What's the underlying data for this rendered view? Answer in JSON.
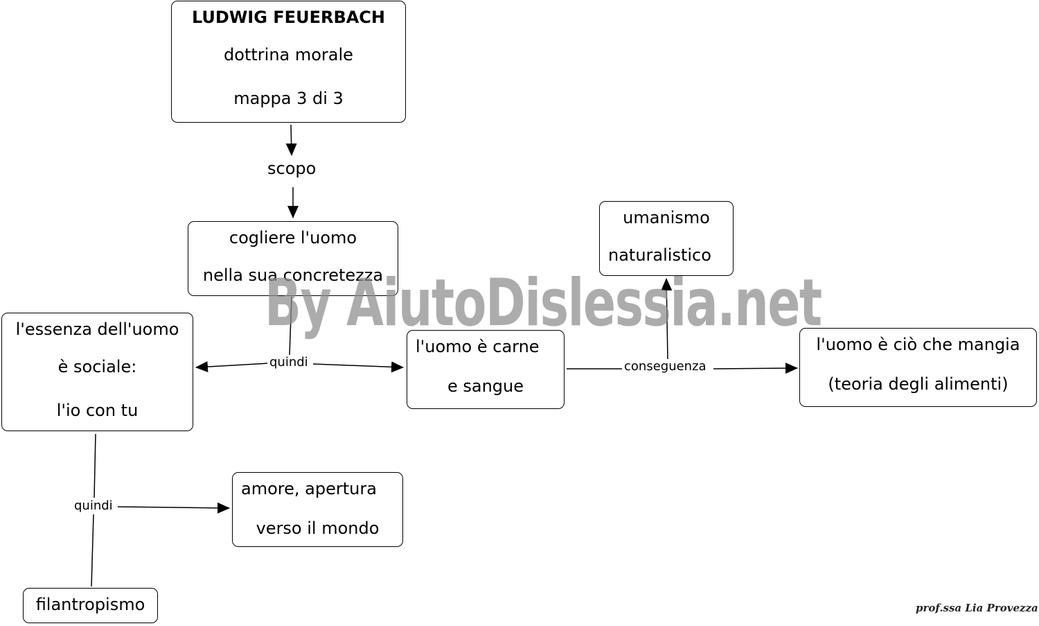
{
  "nodes": {
    "title": {
      "line1": "LUDWIG FEUERBACH",
      "line2": "dottrina morale",
      "line3": "mappa 3 di 3"
    },
    "cogliere": {
      "line1": "cogliere l'uomo",
      "line2": "nella sua concretezza"
    },
    "umanismo": {
      "line1": "umanismo",
      "line2": "naturalistico"
    },
    "essenza": {
      "line1": "l'essenza dell'uomo",
      "line2": "è sociale:",
      "line3": "l'io con tu"
    },
    "carne": {
      "line1": "l'uomo è carne",
      "line2": "e sangue"
    },
    "mangia": {
      "line1": "l'uomo è ciò che mangia",
      "line2": "(teoria degli  alimenti)"
    },
    "amore": {
      "line1": "amore, apertura",
      "line2": "verso il mondo"
    },
    "filantropismo": {
      "line1": "filantropismo"
    }
  },
  "links": {
    "scopo": "scopo",
    "quindi_1": "quindi",
    "conseguenza": "conseguenza",
    "quindi_2": "quindi"
  },
  "watermark": "By AiutoDislessia.net",
  "signature": "prof.ssa Lia Provezza"
}
